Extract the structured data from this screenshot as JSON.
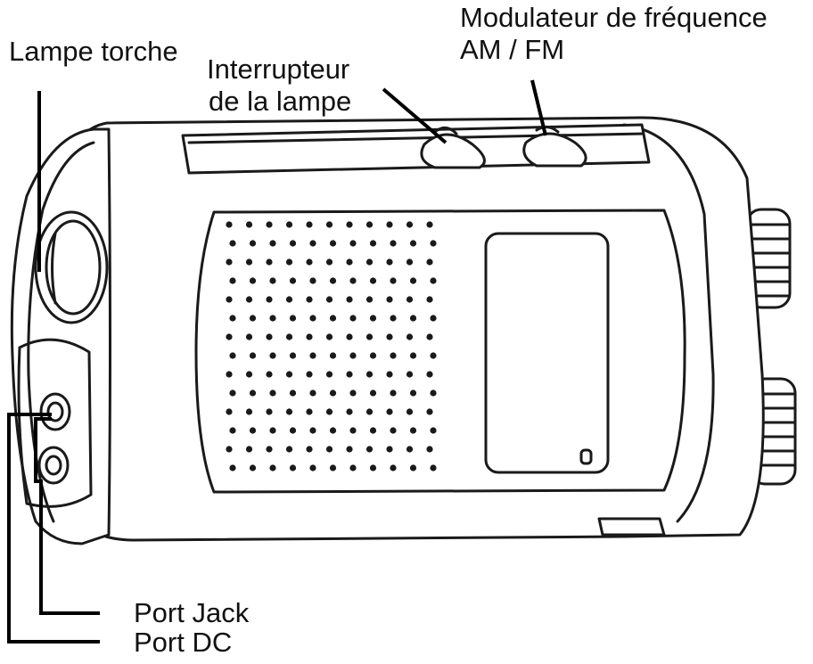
{
  "labels": {
    "lampe_torche": "Lampe torche",
    "interrupteur_line1": "Interrupteur",
    "interrupteur_line2": "de la lampe",
    "modulateur_line1": "Modulateur de fréquence",
    "modulateur_line2": "AM / FM",
    "port_jack": "Port Jack",
    "port_dc": "Port DC"
  },
  "colors": {
    "stroke": "#1a1a1a",
    "background": "#ffffff"
  }
}
